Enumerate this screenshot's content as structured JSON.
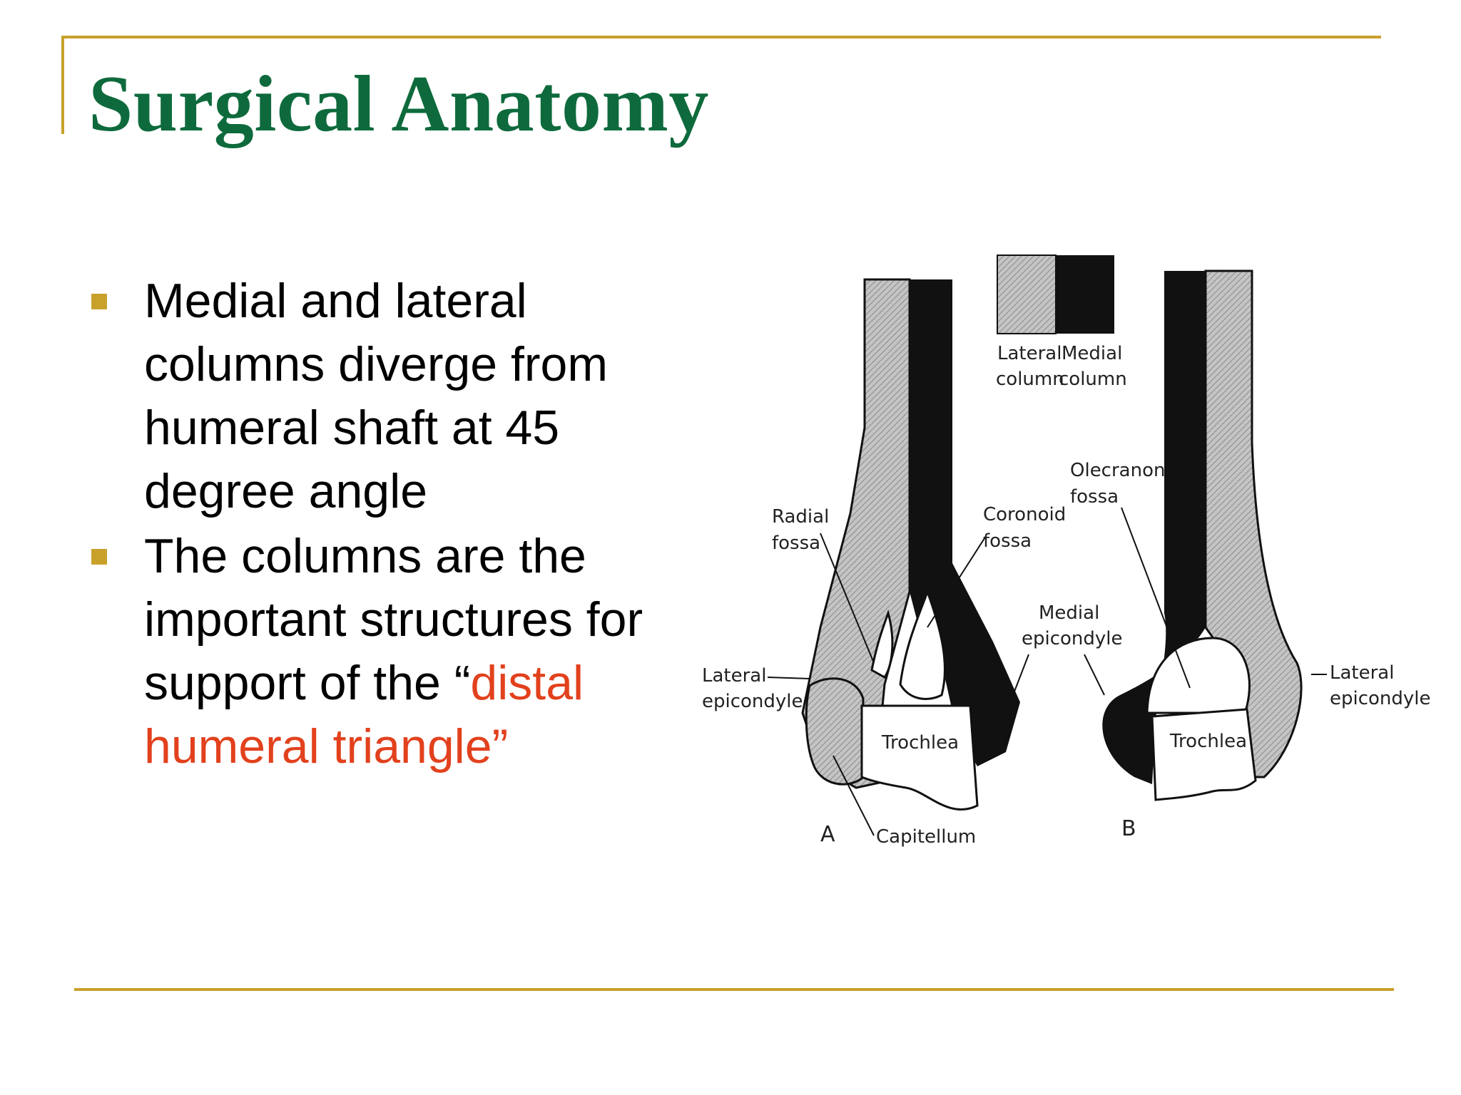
{
  "slide": {
    "title": "Surgical Anatomy",
    "bullets": [
      {
        "text": "Medial and lateral columns diverge from humeral shaft at 45 degree angle"
      },
      {
        "text_before": "The columns are the important structures for support of the “",
        "highlight": "distal humeral triangle”"
      }
    ],
    "colors": {
      "title": "#0e6a3c",
      "accent_rule": "#c8a12b",
      "highlight": "#e2411d"
    }
  },
  "figure": {
    "legend": {
      "lateral_line1": "Lateral",
      "lateral_line2": "column",
      "medial_line1": "Medial",
      "medial_line2": "column"
    },
    "labels": {
      "radial_fossa_1": "Radial",
      "radial_fossa_2": "fossa",
      "coronoid_fossa_1": "Coronoid",
      "coronoid_fossa_2": "fossa",
      "olecranon_fossa_1": "Olecranon",
      "olecranon_fossa_2": "fossa",
      "medial_epicondyle_1": "Medial",
      "medial_epicondyle_2": "epicondyle",
      "lateral_epicondyle_a_1": "Lateral",
      "lateral_epicondyle_a_2": "epicondyle",
      "lateral_epicondyle_b_1": "Lateral",
      "lateral_epicondyle_b_2": "epicondyle",
      "trochlea_a": "Trochlea",
      "trochlea_b": "Trochlea",
      "capitellum": "Capitellum",
      "panel_a": "A",
      "panel_b": "B"
    }
  }
}
